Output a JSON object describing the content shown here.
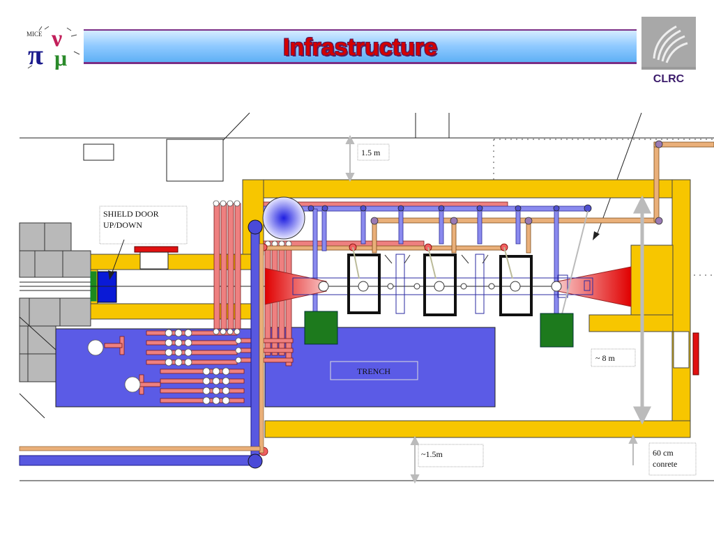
{
  "header": {
    "title": "Infrastructure",
    "left_logo": {
      "name": "mice-logo",
      "text": "MICE",
      "symbol": "πνμ"
    },
    "right_logo": {
      "name": "clrc-logo",
      "text": "CLRC"
    }
  },
  "labels": {
    "shield_door": [
      "SHIELD  DOOR",
      "UP/DOWN"
    ],
    "trench": "TRENCH",
    "top_gap": "1.5 m",
    "bottom_gap": "~1.5m",
    "hall_width": "~ 8  m",
    "concrete": [
      "60  cm",
      "conrete"
    ]
  },
  "colors": {
    "wall_yellow": "#f7c600",
    "trench_blue": "#5b5be6",
    "grey_block": "#b9b9b9",
    "pipe_red": "#ee8080",
    "pipe_blue": "#5858e0",
    "pipe_tan": "#eab07a",
    "rack_green": "#1d7a1d",
    "accent_red": "#e01010",
    "title_purple": "#7a2d85"
  }
}
